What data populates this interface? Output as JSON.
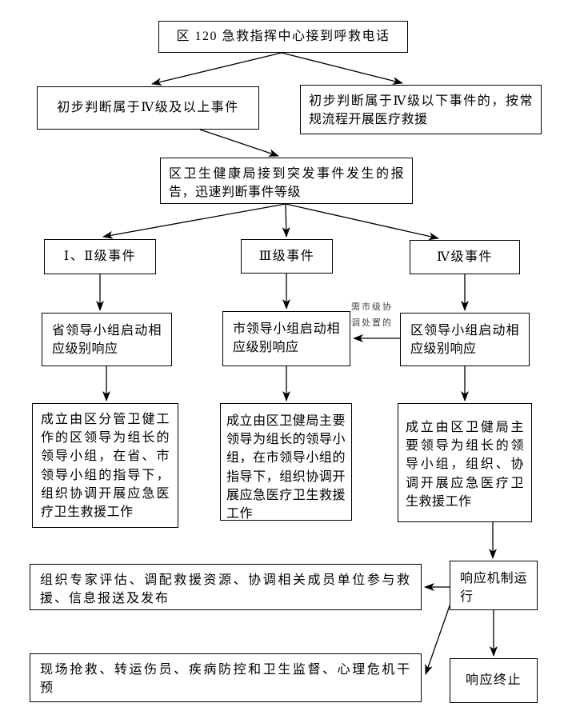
{
  "flowchart": {
    "nodes": {
      "call_received": "区 120 急救指挥中心接到呼救电话",
      "level4_or_above": "初步判断属于Ⅳ级及以上事件",
      "below_level4": "初步判断属于Ⅳ级以下事件的，按常规流程开展医疗救援",
      "health_bureau_report": "区卫生健康局接到突发事件发生的报告，迅速判断事件等级",
      "event_level_1_2": "Ⅰ、Ⅱ级事件",
      "event_level_3": "Ⅲ级事件",
      "event_level_4": "Ⅳ级事件",
      "provincial_group": "省领导小组启动相应级别响应",
      "municipal_group": "市领导小组启动相应级别响应",
      "district_group": "区领导小组启动相应级别响应",
      "provincial_detail": "成立由区分管卫健工作的区领导为组长的领导小组，在省、市领导小组的指导下，组织协调开展应急医疗卫生救援工作",
      "municipal_detail": "成立由区卫健局主要领导为组长的领导小组，在市领导小组的指导下，组织协调开展应急医疗卫生救援工作",
      "district_detail": "成立由区卫健局主要领导为组长的领导小组，组织、协调开展应急医疗卫生救援工作",
      "response_running": "响应机制运行",
      "expert_assessment": "组织专家评估、调配救援资源、协调相关成员单位参与救援、信息报送及发布",
      "onsite_rescue": "现场抢救、转运伤员、疾病防控和卫生监督、心理危机干预",
      "response_end": "响应终止"
    },
    "edge_labels": {
      "municipal_coordination": "需市级协调处置的"
    },
    "edges": [
      {
        "from": "call_received",
        "to": "level4_or_above"
      },
      {
        "from": "call_received",
        "to": "below_level4"
      },
      {
        "from": "level4_or_above",
        "to": "health_bureau_report"
      },
      {
        "from": "health_bureau_report",
        "to": "event_level_1_2"
      },
      {
        "from": "health_bureau_report",
        "to": "event_level_3"
      },
      {
        "from": "health_bureau_report",
        "to": "event_level_4"
      },
      {
        "from": "event_level_1_2",
        "to": "provincial_group"
      },
      {
        "from": "event_level_3",
        "to": "municipal_group"
      },
      {
        "from": "event_level_4",
        "to": "district_group"
      },
      {
        "from": "district_group",
        "to": "municipal_group",
        "label": "municipal_coordination"
      },
      {
        "from": "provincial_group",
        "to": "provincial_detail"
      },
      {
        "from": "municipal_group",
        "to": "municipal_detail"
      },
      {
        "from": "district_group",
        "to": "district_detail"
      },
      {
        "from": "district_detail",
        "to": "response_running"
      },
      {
        "from": "response_running",
        "to": "expert_assessment"
      },
      {
        "from": "response_running",
        "to": "onsite_rescue"
      },
      {
        "from": "response_running",
        "to": "response_end"
      }
    ]
  },
  "colors": {
    "background": "#ffffff",
    "box_border": "#000000",
    "text": "#000000",
    "edge_label_text": "#444444"
  }
}
